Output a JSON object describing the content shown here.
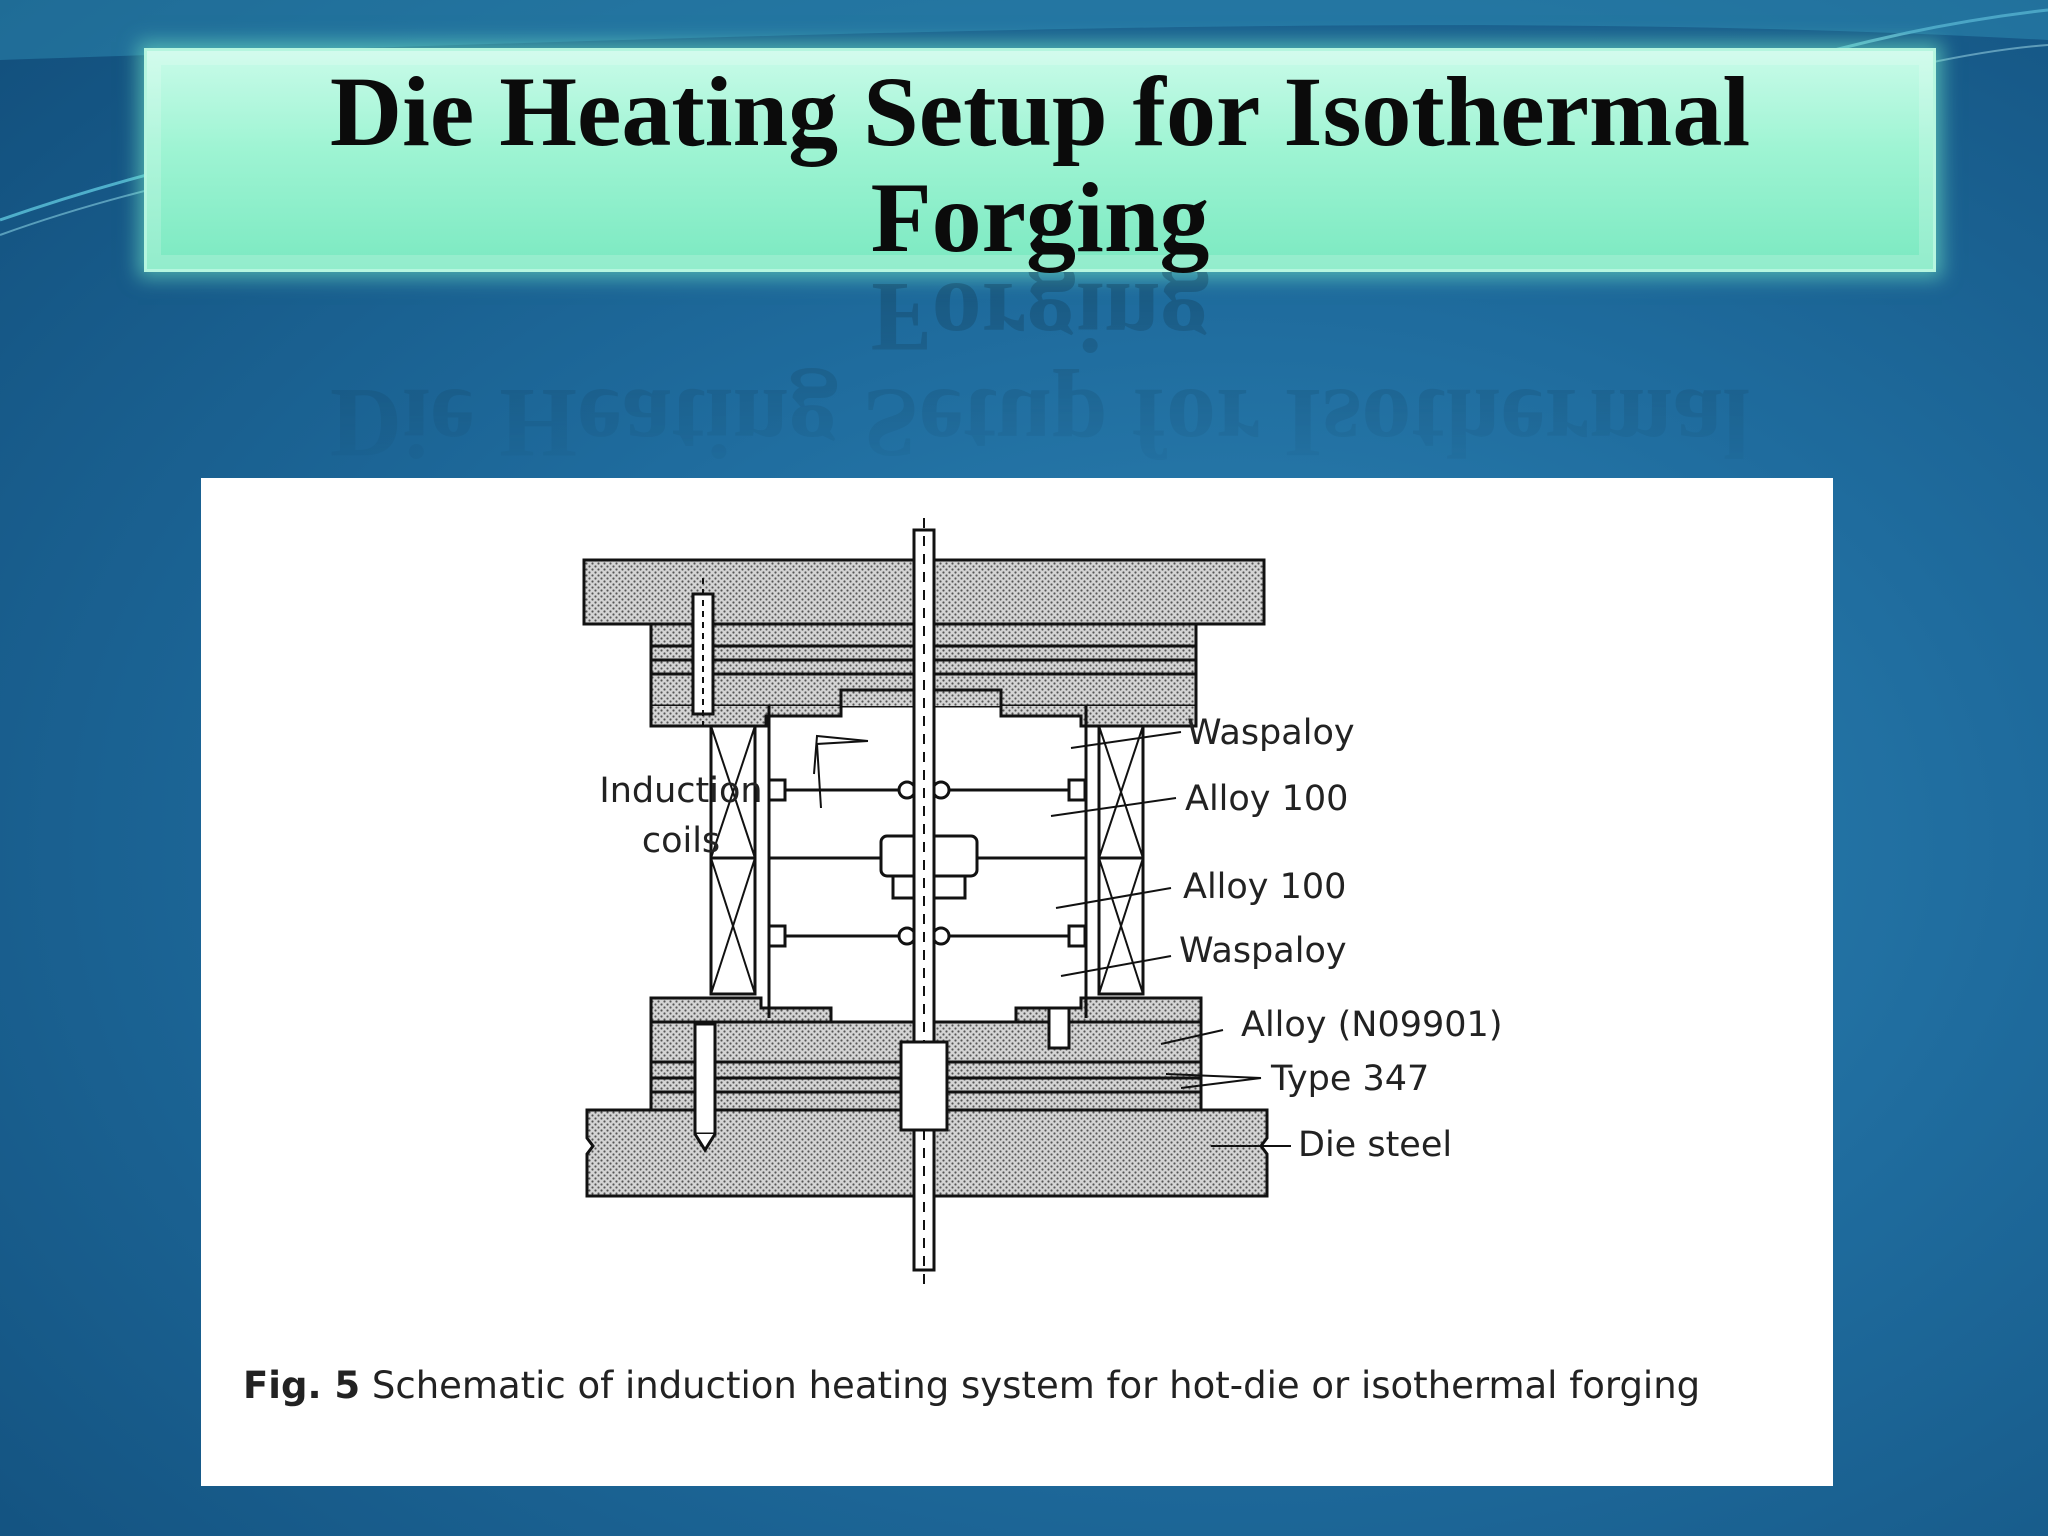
{
  "slide": {
    "title_line1": "Die Heating Setup for Isothermal",
    "title_line2": "Forging"
  },
  "figure": {
    "caption_label": "Fig. 5",
    "caption_text": "Schematic of induction heating system for hot-die or isothermal forging",
    "labels": {
      "induction_line1": "Induction",
      "induction_line2": "coils",
      "waspaloy_top": "Waspaloy",
      "alloy100_top": "Alloy 100",
      "alloy100_bottom": "Alloy 100",
      "waspaloy_bottom": "Waspaloy",
      "alloy_n09901": "Alloy (N09901)",
      "type347": "Type 347",
      "die_steel": "Die steel"
    }
  },
  "colors": {
    "background": "#1f6c9e",
    "title_box": "#9ef4d3",
    "panel": "#ffffff",
    "hatch_fill": "#c8c8c8"
  }
}
